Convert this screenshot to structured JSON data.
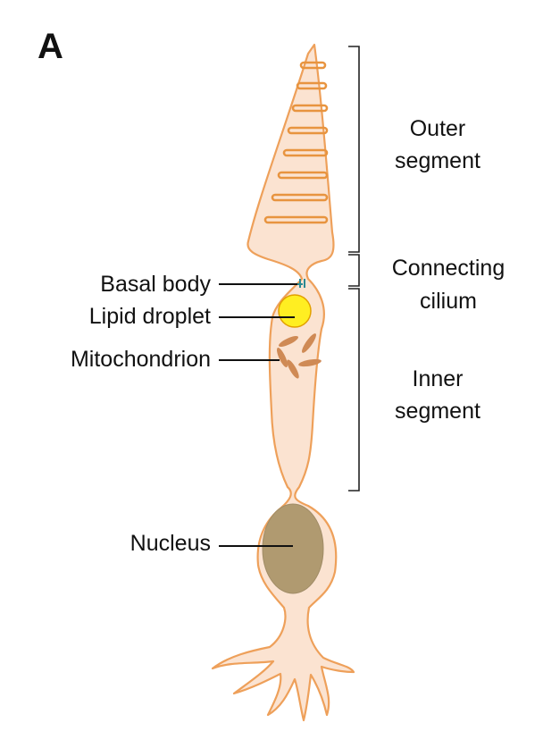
{
  "figure": {
    "panel_letter": "A",
    "colors": {
      "cell_fill": "#fbe3d1",
      "cell_outline": "#eea05a",
      "disc_stroke": "#e8943f",
      "lipid_droplet": "#ffee22",
      "lipid_droplet_outline": "#e2a000",
      "mitochondrion": "#cf8a55",
      "nucleus": "#b09a70",
      "basal_body": "#2a8a93"
    },
    "regions": {
      "outer_segment": [
        "Outer",
        "segment"
      ],
      "connecting_cilium": [
        "Connecting",
        "cilium"
      ],
      "inner_segment": [
        "Inner",
        "segment"
      ]
    },
    "structures": {
      "basal_body": "Basal body",
      "lipid_droplet": "Lipid droplet",
      "mitochondrion": "Mitochondrion",
      "nucleus": "Nucleus"
    }
  }
}
